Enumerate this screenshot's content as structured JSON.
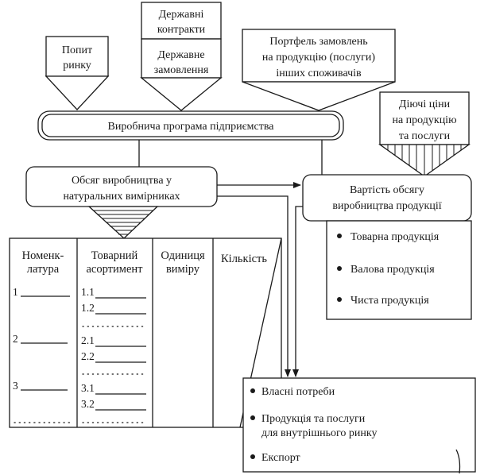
{
  "inputs": {
    "demand": [
      "Попит",
      "ринку"
    ],
    "state_contracts": [
      "Державні",
      "контракти"
    ],
    "state_orders": [
      "Державне",
      "замовлення"
    ],
    "other_orders": [
      "Портфель замовлень",
      "на продукцію (послуги)",
      "інших споживачів"
    ],
    "prices": [
      "Діючі ціни",
      "на продукцію",
      "та послуги"
    ]
  },
  "program": "Виробнича програма підприємства",
  "volume_natural": [
    "Обсяг виробництва у",
    "натуральних вимірниках"
  ],
  "volume_value": [
    "Вартість обсягу",
    "виробництва продукції"
  ],
  "value_list": [
    "Товарна продукція",
    "Валова продукція",
    "Чиста продукція"
  ],
  "table": {
    "headers": [
      [
        "Номенк-",
        "латура"
      ],
      [
        "Товарний",
        "асортимент"
      ],
      [
        "Одиниця",
        "виміру"
      ],
      [
        "Кількість"
      ]
    ],
    "nomenclature": [
      "1",
      "2",
      "3"
    ],
    "assortment": [
      "1.1",
      "1.2",
      "2.1",
      "2.2",
      "3.1",
      "3.2"
    ]
  },
  "destinations": [
    [
      "Власні потреби"
    ],
    [
      "Продукція та послуги",
      "для внутрішнього ринку"
    ],
    [
      "Експорт"
    ]
  ]
}
